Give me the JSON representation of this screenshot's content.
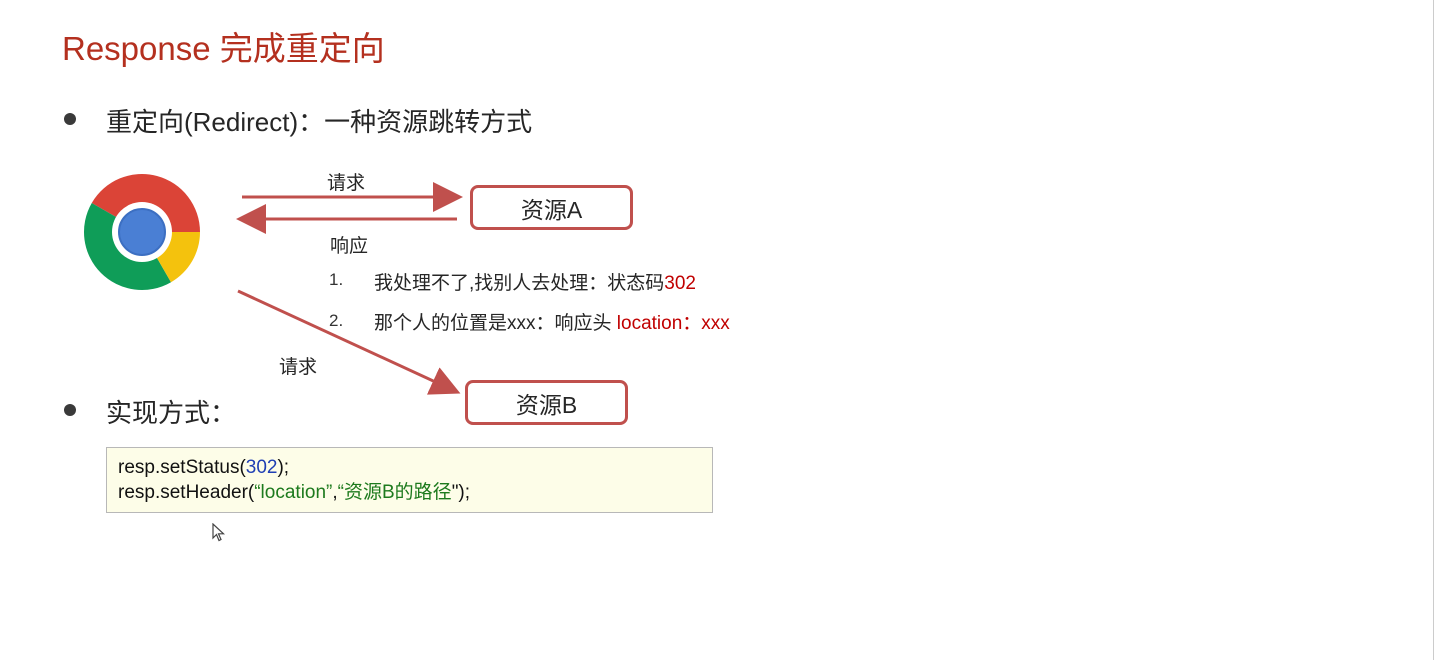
{
  "title": "Response 完成重定向",
  "bullets": [
    {
      "text": "重定向(Redirect)：一种资源跳转方式"
    },
    {
      "text": "实现方式："
    }
  ],
  "diagram": {
    "browser_icon": "chrome-browser-icon",
    "request_label_top": "请求",
    "response_label": "响应",
    "request_label_bottom": "请求",
    "resource_a": "资源A",
    "resource_b": "资源B",
    "arrow_color": "#c0504d",
    "steps": [
      {
        "num": "1.",
        "text": "我处理不了,找别人去处理：状态码",
        "highlight": "302"
      },
      {
        "num": "2.",
        "text": "那个人的位置是xxx：响应头 ",
        "highlight": "location：xxx"
      }
    ]
  },
  "code": {
    "line1_prefix": "resp.setStatus(",
    "line1_num": "302",
    "line1_suffix": ");",
    "line2_prefix": "resp.setHeader(",
    "line2_str1": "“location”",
    "line2_comma": ",",
    "line2_str2": "“资源B的路径",
    "line2_suffix": "\");"
  },
  "colors": {
    "title": "#b4301f",
    "highlight": "#c00000",
    "code_background": "#fdfde8",
    "code_number": "#1f3fb4",
    "code_string": "#1d7a1d"
  }
}
